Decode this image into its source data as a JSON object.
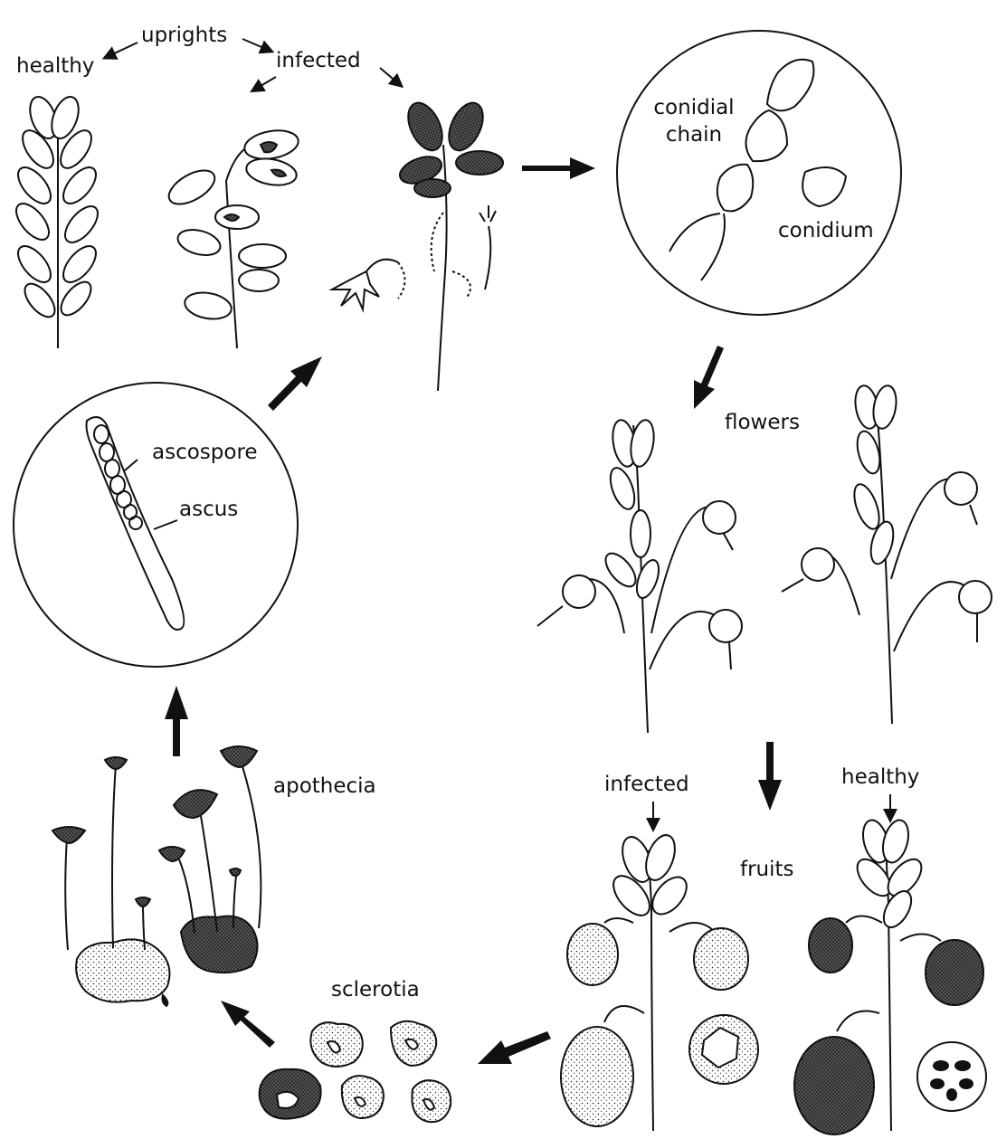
{
  "figure": {
    "labels": {
      "uprights": "uprights",
      "healthy_upright": "healthy",
      "infected_upright": "infected",
      "conidial_chain": "conidial chain",
      "conidium": "conidium",
      "flowers": "flowers",
      "infected_fruit": "infected",
      "healthy_fruit": "healthy",
      "fruits": "fruits",
      "sclerotia": "sclerotia",
      "apothecia": "apothecia",
      "ascospore": "ascospore",
      "ascus": "ascus"
    },
    "colors": {
      "ink": "#111111",
      "background": "#ffffff",
      "fruit_dark": "#2a2a2a"
    }
  }
}
